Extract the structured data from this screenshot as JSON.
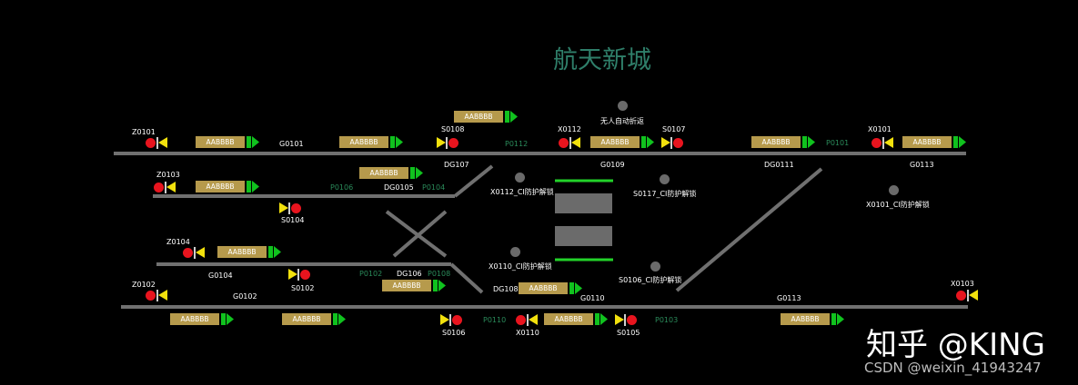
{
  "station_title": "航天新城",
  "colors": {
    "track": "#707070",
    "route_bar": "#b69a4c",
    "signal_red": "#e8141e",
    "signal_yellow": "#f2e10d",
    "arrow_green": "#10c21e",
    "platform_line": "#22d22a",
    "platform_block": "#6b6b6b",
    "section_label": "#2a8a5a"
  },
  "route_label": "AABBBB",
  "signals": {
    "z0101": "Z0101",
    "x0112": "X0112",
    "s0107": "S0107",
    "x0101": "X0101",
    "s0108": "S0108",
    "z0103": "Z0103",
    "s0104": "S0104",
    "z0104": "Z0104",
    "s0102": "S0102",
    "z0102": "Z0102",
    "x0103": "X0103",
    "s0106": "S0106",
    "x0110": "X0110",
    "s0105": "S0105"
  },
  "tracks": {
    "g0101": "G0101",
    "dg107": "DG107",
    "g0109": "G0109",
    "dg0111": "DG0111",
    "g0113_top": "G0113",
    "dg0105": "DG0105",
    "g0104": "G0104",
    "dg106": "DG106",
    "g0102": "G0102",
    "dg108": "DG108",
    "g0110": "G0110",
    "g0113_bottom": "G0113"
  },
  "sections": {
    "p0112": "P0112",
    "p0101": "P0101",
    "p0106": "P0106",
    "p0104": "P0104",
    "p0102": "P0102",
    "p0108": "P0108",
    "p0110": "P0110",
    "p0103": "P0103"
  },
  "indicators": {
    "auto_return": "无人自动折返",
    "x0112_ci": "X0112_CI防护解锁",
    "s0117_ci": "S0117_CI防护解锁",
    "x0101_ci": "X0101_CI防护解锁",
    "x0110_ci": "X0110_CI防护解锁",
    "s0106_ci": "S0106_CI防护解锁"
  },
  "watermark": {
    "zhihu": "知乎 @KING",
    "csdn": "CSDN @weixin_41943247"
  }
}
